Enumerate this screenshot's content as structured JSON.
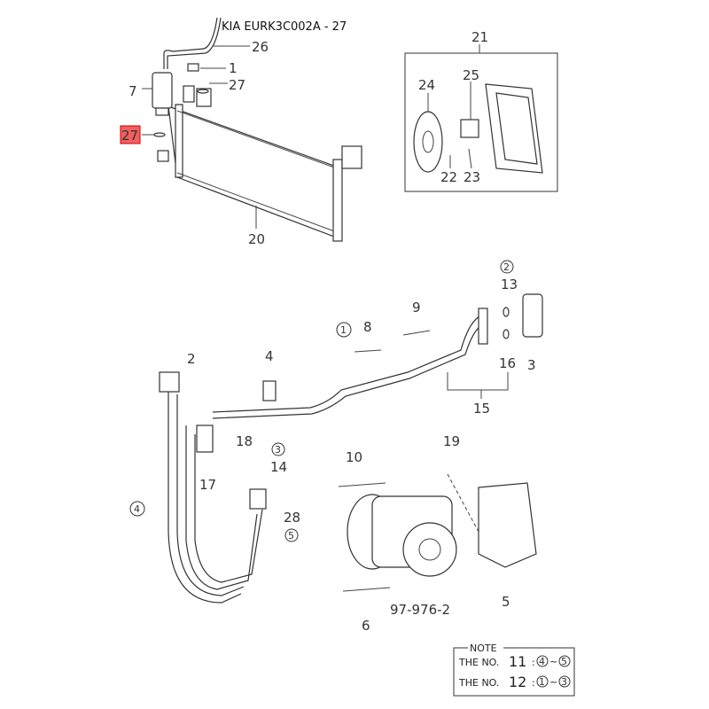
{
  "title": "KIA EURK3C002A - 27",
  "highlighted_callout": {
    "label": "27",
    "color": "#f06060"
  },
  "callouts": {
    "c26": "26",
    "c1": "1",
    "c27a": "27",
    "c7": "7",
    "c20": "20",
    "c21": "21",
    "c24": "24",
    "c25": "25",
    "c22": "22",
    "c23": "23",
    "c13": "13",
    "c8": "8",
    "c9": "9",
    "c3": "3",
    "c16": "16",
    "c15": "15",
    "c2": "2",
    "c4plain": "4",
    "c18": "18",
    "c14": "14",
    "c17": "17",
    "c10": "10",
    "c19": "19",
    "c28": "28",
    "c5": "5",
    "c6": "6",
    "ref": "97-976-2"
  },
  "circled": {
    "k2": "2",
    "k1": "1",
    "k3": "3",
    "k4": "4",
    "k5": "5"
  },
  "note": {
    "heading": "NOTE",
    "rows": [
      {
        "prefix": "THE NO.",
        "num": "11",
        "from": "4",
        "to": "5"
      },
      {
        "prefix": "THE NO.",
        "num": "12",
        "from": "1",
        "to": "3"
      }
    ],
    "sep": ":",
    "tilde": "~"
  }
}
